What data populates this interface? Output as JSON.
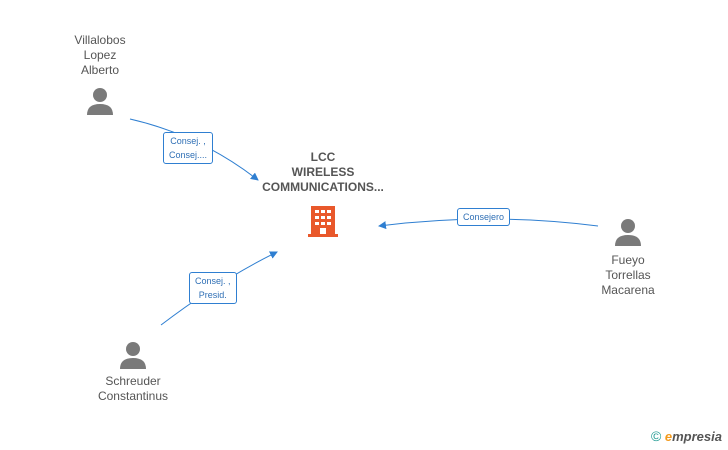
{
  "company": {
    "name_lines": [
      "LCC",
      "WIRELESS",
      "COMMUNICATIONS..."
    ],
    "icon": "building-icon",
    "color": "#e9582b"
  },
  "people": [
    {
      "id": "villalobos",
      "name_lines": [
        "Villalobos",
        "Lopez",
        "Alberto"
      ],
      "icon": "person-icon"
    },
    {
      "id": "fueyo",
      "name_lines": [
        "Fueyo",
        "Torrellas",
        "Macarena"
      ],
      "icon": "person-icon"
    },
    {
      "id": "schreuder",
      "name_lines": [
        "Schreuder",
        "Constantinus"
      ],
      "icon": "person-icon"
    }
  ],
  "relations": [
    {
      "from": "villalobos",
      "to": "company",
      "label_lines": [
        "Consej. ,",
        "Consej...."
      ]
    },
    {
      "from": "fueyo",
      "to": "company",
      "label_lines": [
        "Consejero"
      ]
    },
    {
      "from": "schreuder",
      "to": "company",
      "label_lines": [
        "Consej. ,",
        "Presid."
      ]
    }
  ],
  "colors": {
    "line": "#2f7fd1",
    "person_icon": "#7a7a7a",
    "text": "#555555"
  },
  "brand": {
    "copyright": "©",
    "e_letter": "e",
    "rest": "mpresia"
  }
}
